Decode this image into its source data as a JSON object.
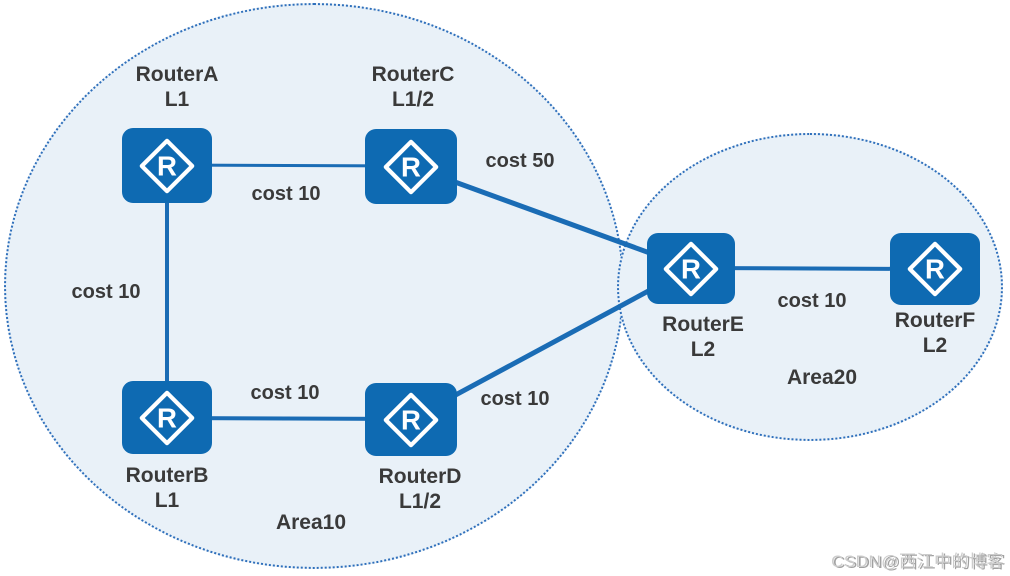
{
  "diagram": {
    "router_glyph": "R",
    "watermark": "CSDN@西江中的博客",
    "areas": [
      {
        "label": "Area10"
      },
      {
        "label": "Area20"
      }
    ],
    "routers": [
      {
        "name": "RouterA",
        "level": "L1"
      },
      {
        "name": "RouterC",
        "level": "L1/2"
      },
      {
        "name": "RouterB",
        "level": "L1"
      },
      {
        "name": "RouterD",
        "level": "L1/2"
      },
      {
        "name": "RouterE",
        "level": "L2"
      },
      {
        "name": "RouterF",
        "level": "L2"
      }
    ],
    "links": [
      {
        "from": "RouterA",
        "to": "RouterC",
        "label": "cost 10"
      },
      {
        "from": "RouterA",
        "to": "RouterB",
        "label": "cost 10"
      },
      {
        "from": "RouterB",
        "to": "RouterD",
        "label": "cost 10"
      },
      {
        "from": "RouterC",
        "to": "RouterE",
        "label": "cost 50"
      },
      {
        "from": "RouterD",
        "to": "RouterE",
        "label": "cost 10"
      },
      {
        "from": "RouterE",
        "to": "RouterF",
        "label": "cost 10"
      }
    ],
    "colors": {
      "router_fill": "#0e6ab2",
      "link_stroke": "#1a6cb5",
      "area_fill": "#e9f1f8",
      "area_border": "#2e6fbb",
      "label_text": "#3a3a3a",
      "watermark_text": "#cccccc"
    }
  }
}
